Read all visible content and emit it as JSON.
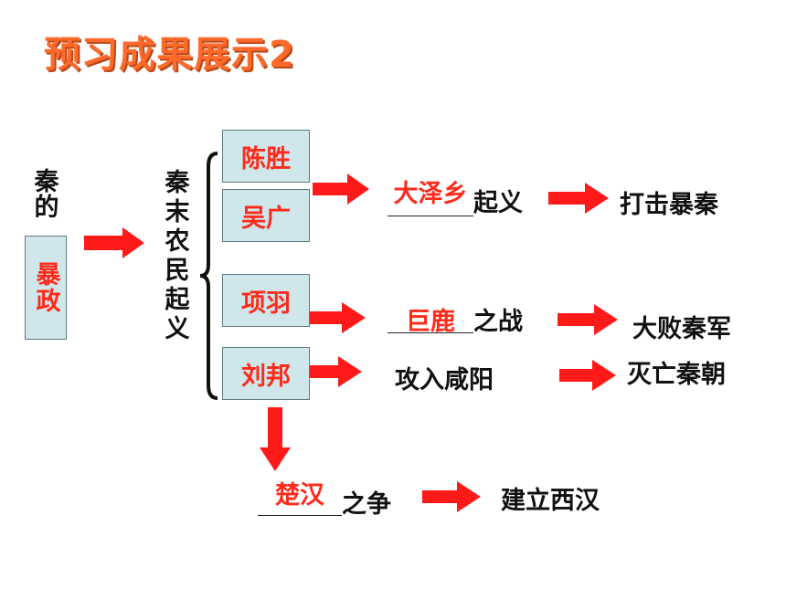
{
  "title": "预习成果展示2",
  "qin_label": "秦的",
  "tyranny_label": "暴政",
  "uprising_label": "秦末农民起义",
  "leaders": {
    "chen_sheng": "陈胜",
    "wu_guang": "吴广",
    "xiang_yu": "项羽",
    "liu_bang": "刘邦"
  },
  "row1": {
    "answer": "大泽乡",
    "suffix": "起义",
    "result": "打击暴秦"
  },
  "row2": {
    "answer": "巨鹿",
    "suffix": "之战",
    "result": "大败秦军"
  },
  "row3": {
    "event": "攻入咸阳",
    "result": "灭亡秦朝"
  },
  "row4": {
    "answer": "楚汉",
    "suffix": "之争",
    "result": "建立西汉"
  },
  "colors": {
    "accent": "#ff2a1a",
    "title": "#ff6a2b",
    "box_fill": "#cfe6ea",
    "arrow": "#ff1a1a"
  }
}
